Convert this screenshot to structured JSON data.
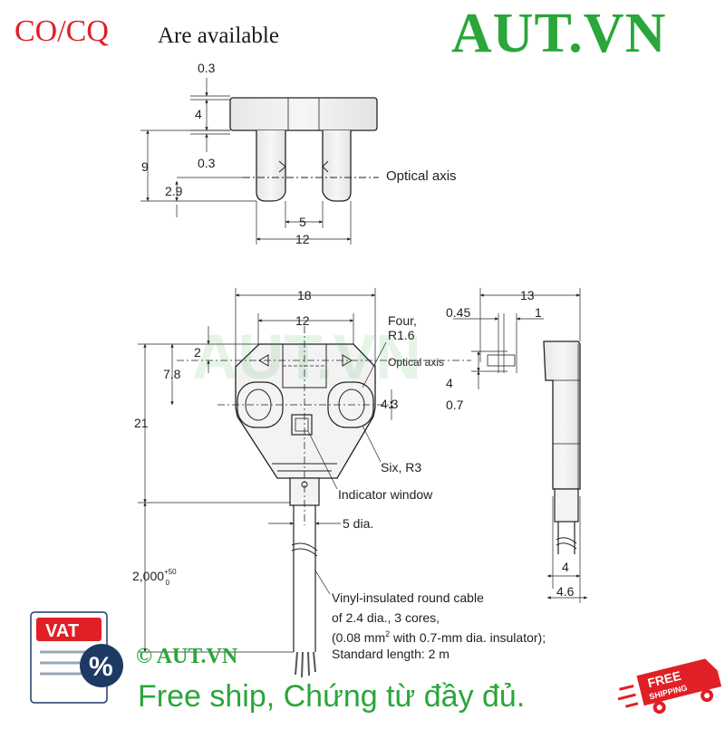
{
  "header": {
    "co_cq": "CO/CQ",
    "available": "Are available",
    "brand": "AUT.VN"
  },
  "top_view": {
    "dims": [
      "0.3",
      "4",
      "9",
      "0.3",
      "2.9",
      "5",
      "12"
    ],
    "optical_axis": "Optical axis"
  },
  "front_view": {
    "dims": [
      "18",
      "12",
      "2",
      "7.8",
      "21",
      "4.3",
      "2,000",
      "+50",
      "0"
    ],
    "four_r": [
      "Four,",
      "R1.6"
    ],
    "optical_axis": "Optical axis",
    "six_r": "Six, R3",
    "indicator": "Indicator window",
    "cable_dia": "5 dia.",
    "cable_note": [
      "Vinyl-insulated round cable",
      "of 2.4 dia., 3 cores,",
      "(0.08 mm",
      "2",
      " with 0.7-mm dia. insulator);",
      "Standard length: 2 m"
    ]
  },
  "side_view": {
    "dims": [
      "13",
      "0.45",
      "1",
      "4",
      "0.7",
      "4",
      "4.6"
    ]
  },
  "badges": {
    "vat": "VAT",
    "percent": "%",
    "free": "FREE",
    "shipping": "SHIPPING"
  },
  "footer": {
    "copyright": "© AUT.VN",
    "promo": "Free ship, Chứng từ đầy đủ."
  },
  "colors": {
    "red": "#e11f26",
    "green": "#2aa63a",
    "navy": "#1e3a64"
  }
}
